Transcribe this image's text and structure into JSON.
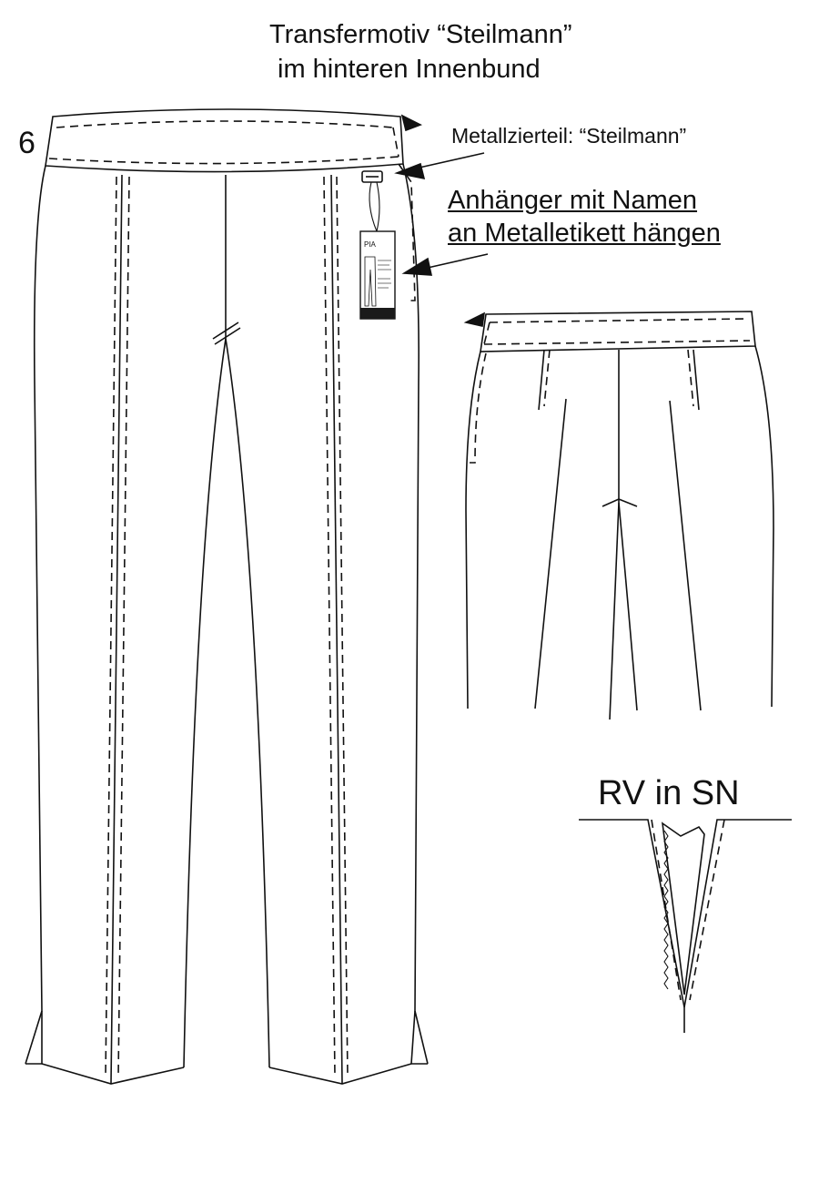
{
  "title": {
    "line1": "Transfermotiv “Steilmann”",
    "line2": "im hinteren Innenbund"
  },
  "page_number": "6",
  "labels": {
    "metal_part": "Metallzierteil: “Steilmann”",
    "hangtag_line1": "Anhänger mit Namen",
    "hangtag_line2": "an Metalletikett hängen",
    "zipper": "RV in SN"
  },
  "hangtag": {
    "brand": "PIA"
  },
  "colors": {
    "ink": "#111111",
    "background": "#ffffff",
    "tag_band": "#1a1a1a"
  }
}
